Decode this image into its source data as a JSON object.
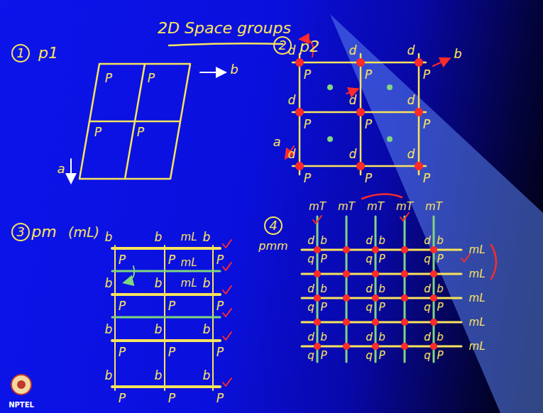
{
  "diagram": {
    "title": "2D Space groups",
    "labels": [
      "1",
      "p1",
      "b",
      "P",
      "P",
      "P",
      "P",
      "a",
      "2",
      "p2",
      "b",
      "d",
      "P",
      "d",
      "P",
      "d",
      "P",
      "d",
      "P",
      "d",
      "P",
      "d",
      "P",
      "d",
      "P",
      "d",
      "P",
      "d",
      "P",
      "a",
      "3",
      "pm",
      "(mL)",
      "b",
      "b",
      "mL",
      "b",
      "P",
      "P",
      "mL",
      "P",
      "b",
      "b",
      "mL",
      "b",
      "P",
      "P",
      "P",
      "b",
      "b",
      "b",
      "P",
      "P",
      "P",
      "b",
      "b",
      "b",
      "P",
      "P",
      "P",
      "4",
      "pmm",
      "mT",
      "mT",
      "mT",
      "mT",
      "mT",
      "d",
      "b",
      "d",
      "b",
      "d",
      "b",
      "mL",
      "q",
      "P",
      "q",
      "P",
      "q",
      "P",
      "mL",
      "d",
      "b",
      "d",
      "b",
      "d",
      "b",
      "mL",
      "q",
      "P",
      "q",
      "P",
      "q",
      "P",
      "mL",
      "d",
      "b",
      "d",
      "b",
      "d",
      "b",
      "mL",
      "q",
      "P",
      "q",
      "P",
      "q",
      "P",
      "NPTEL"
    ]
  }
}
